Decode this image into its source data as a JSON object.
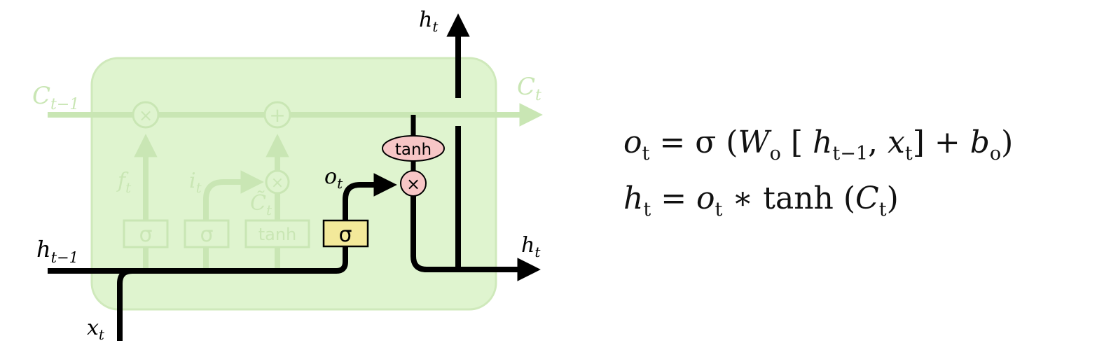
{
  "diagram": {
    "labels": {
      "c_prev": "C",
      "c_prev_sub": "t−1",
      "c_t": "C",
      "c_t_sub": "t",
      "h_prev": "h",
      "h_prev_sub": "t−1",
      "x_t": "x",
      "x_t_sub": "t",
      "h_t_top": "h",
      "h_t_top_sub": "t",
      "h_t_right": "h",
      "h_t_right_sub": "t",
      "f_t": "f",
      "f_t_sub": "t",
      "i_t": "i",
      "i_t_sub": "t",
      "c_tilde": "C̃",
      "c_tilde_sub": "t",
      "o_t": "o",
      "o_t_sub": "t"
    },
    "gates": {
      "forget": "σ",
      "input": "σ",
      "candidate": "tanh",
      "output": "σ",
      "cell_tanh": "tanh"
    },
    "ops": {
      "forget_mult": "×",
      "add": "+",
      "input_mult": "×",
      "output_mult": "×"
    },
    "colors": {
      "cell_bg": "#dff4cf",
      "faded": "#c9e6b4",
      "active": "#000000",
      "output_gate": "#f3e99a",
      "pointwise": "#f7c6c6"
    }
  },
  "equations": {
    "line1": {
      "o": "o",
      "o_sub": "t",
      "eq": " = σ (",
      "W": "W",
      "W_sub": "o",
      "bracket_open": " [ ",
      "h": "h",
      "h_sub": "t−1",
      "comma": ", ",
      "x": "x",
      "x_sub": "t",
      "bracket_close": "]  +  ",
      "b": "b",
      "b_sub": "o",
      "close": ")"
    },
    "line2": {
      "h": "h",
      "h_sub": "t",
      "eq": " = ",
      "o": "o",
      "o_sub": "t",
      "star": " ∗ tanh (",
      "C": "C",
      "C_sub": "t",
      "close": ")"
    }
  }
}
